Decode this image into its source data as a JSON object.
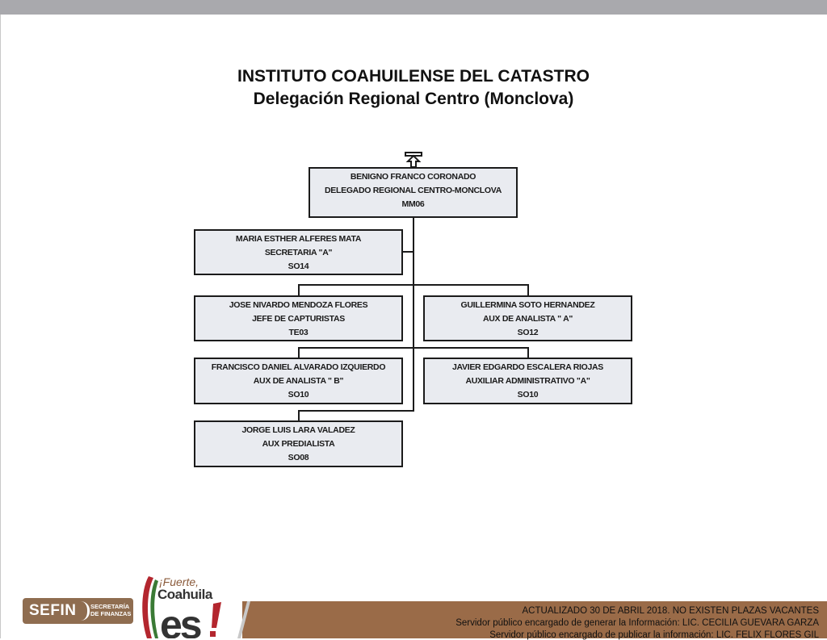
{
  "header": {
    "title": "INSTITUTO COAHUILENSE DEL CATASTRO",
    "subtitle": "Delegación Regional Centro (Monclova)"
  },
  "org": {
    "head": {
      "name": "BENIGNO FRANCO CORONADO",
      "role": "DELEGADO REGIONAL CENTRO-MONCLOVA",
      "code": "MM06"
    },
    "secretary": {
      "name": "MARIA ESTHER ALFERES MATA",
      "role": "SECRETARIA  \"A\"",
      "code": "SO14"
    },
    "jefe": {
      "name": "JOSE NIVARDO MENDOZA FLORES",
      "role": "JEFE DE CAPTURISTAS",
      "code": "TE03"
    },
    "aux_a": {
      "name": "GUILLERMINA SOTO HERNANDEZ",
      "role": "AUX DE ANALISTA \" A\"",
      "code": "SO12"
    },
    "aux_b": {
      "name": "FRANCISCO DANIEL ALVARADO IZQUIERDO",
      "role": "AUX DE ANALISTA \" B\"",
      "code": "SO10"
    },
    "aux_admin": {
      "name": "JAVIER EDGARDO ESCALERA RIOJAS",
      "role": "AUXILIAR ADMINISTRATIVO \"A\"",
      "code": "SO10"
    },
    "predialista": {
      "name": "JORGE LUIS LARA VALADEZ",
      "role": "AUX PREDIALISTA",
      "code": "SO08"
    }
  },
  "icons": {
    "home": "home-up-arrow-icon"
  },
  "footer": {
    "line1": "ACTUALIZADO  30 DE ABRIL 2018.  NO EXISTEN PLAZAS VACANTES",
    "line2": "Servidor público encargado de generar la Información: LIC. CECILIA GUEVARA GARZA",
    "line3": "Servidor público encargado de publicar la información: LIC. FELIX FLORES GIL",
    "sefin_name": "SEFIN",
    "sefin_sub1": "SECRETARÍA",
    "sefin_sub2": "DE FINANZAS",
    "logo_line1": "¡Fuerte,",
    "logo_line2": "Coahuila"
  },
  "colors": {
    "box_fill": "#e9ebf0",
    "footer_brown": "#9a6b48",
    "top_bar": "#a9a9ad"
  }
}
